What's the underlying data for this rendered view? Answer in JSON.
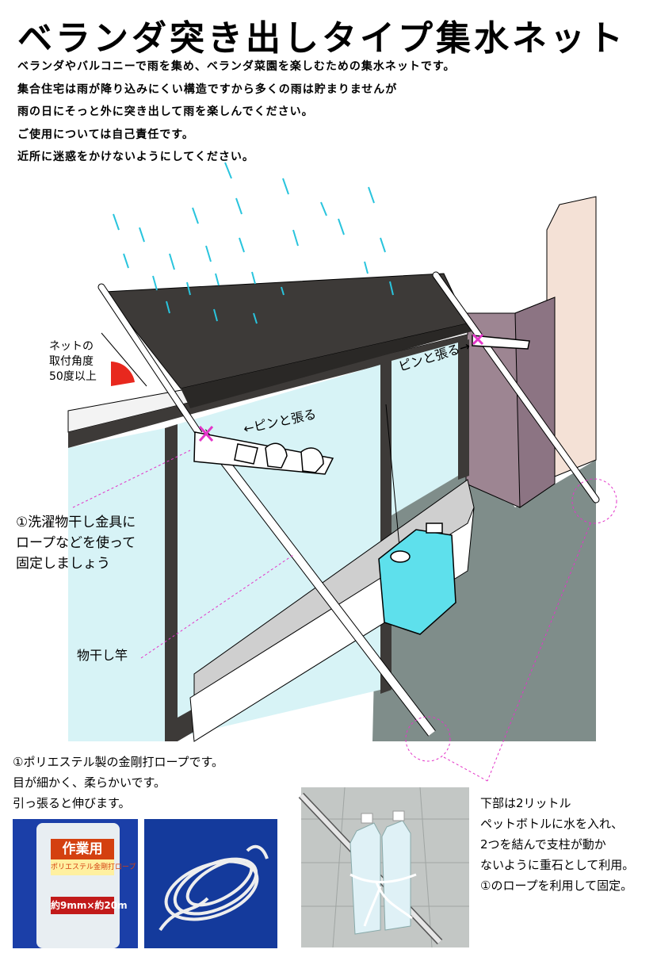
{
  "title": "ベランダ突き出しタイプ集水ネット",
  "intro": [
    "ベランダやバルコニーで雨を集め、ベランダ菜園を楽しむための集水ネットです。",
    "集合住宅は雨が降り込みにくい構造ですから多くの雨は貯まりませんが",
    "雨の日にそっと外に突き出して雨を楽しんでください。",
    "ご使用については自己責任です。",
    "近所に迷惑をかけないようにしてください。"
  ],
  "diagram": {
    "angle_label": [
      "ネットの",
      "取付角度",
      "50度以上"
    ],
    "pull_right": "ピンと張る→",
    "pull_left": "←ピンと張る",
    "hanger_note": [
      "①洗濯物干し金具に",
      "ロープなどを使って",
      "固定しましょう"
    ],
    "pole_label": "物干し竿"
  },
  "rope_info": [
    "①ポリエステル製の金剛打ロープです。",
    "目が細かく、柔らかいです。",
    "引っ張ると伸びます。"
  ],
  "package": {
    "title": "作業用",
    "subtitle": "ポリエステル金剛打ロープ",
    "size": "約9mm×約20m"
  },
  "bottom_note": [
    "下部は2リットル",
    "ペットボトルに水を入れ、",
    "2つを結んで支柱が動か",
    "ないように重石として利用。",
    "①のロープを利用して固定。"
  ],
  "colors": {
    "net": "#3d3a38",
    "glass": "#d7f3f6",
    "floor": "#7f8d8a",
    "wall_right": "#9d8592",
    "wall_peach": "#f4e1d6",
    "rain": "#29c4dd",
    "tank": "#5ee0ec",
    "pink": "#e335c8",
    "angle_red": "#e8281e"
  }
}
